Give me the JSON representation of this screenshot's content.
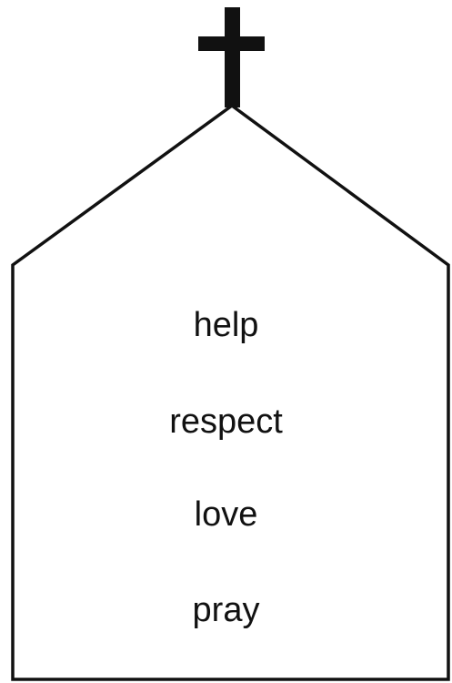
{
  "words": [
    "help",
    "respect",
    "love",
    "pray"
  ],
  "colors": {
    "ink": "#111111",
    "background": "#ffffff"
  },
  "icons": {
    "roof_symbol": "cross-icon"
  }
}
